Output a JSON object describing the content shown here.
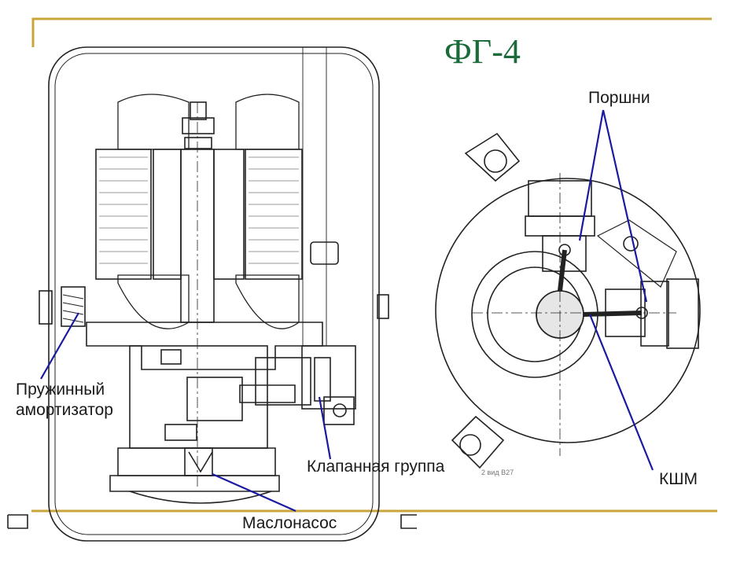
{
  "slide": {
    "title": "ФГ-4",
    "title_color": "#1a6a3a",
    "frame_color": "#c8a63c",
    "leader_color": "#1a1aa0"
  },
  "labels": {
    "pistons": "Поршни",
    "spring_damper_line1": "Пружинный",
    "spring_damper_line2": "амортизатор",
    "valve_group": "Клапанная группа",
    "ksm": "КШМ",
    "oil_pump": "Маслонасос"
  },
  "drawing_stamp": "2 вид В27"
}
